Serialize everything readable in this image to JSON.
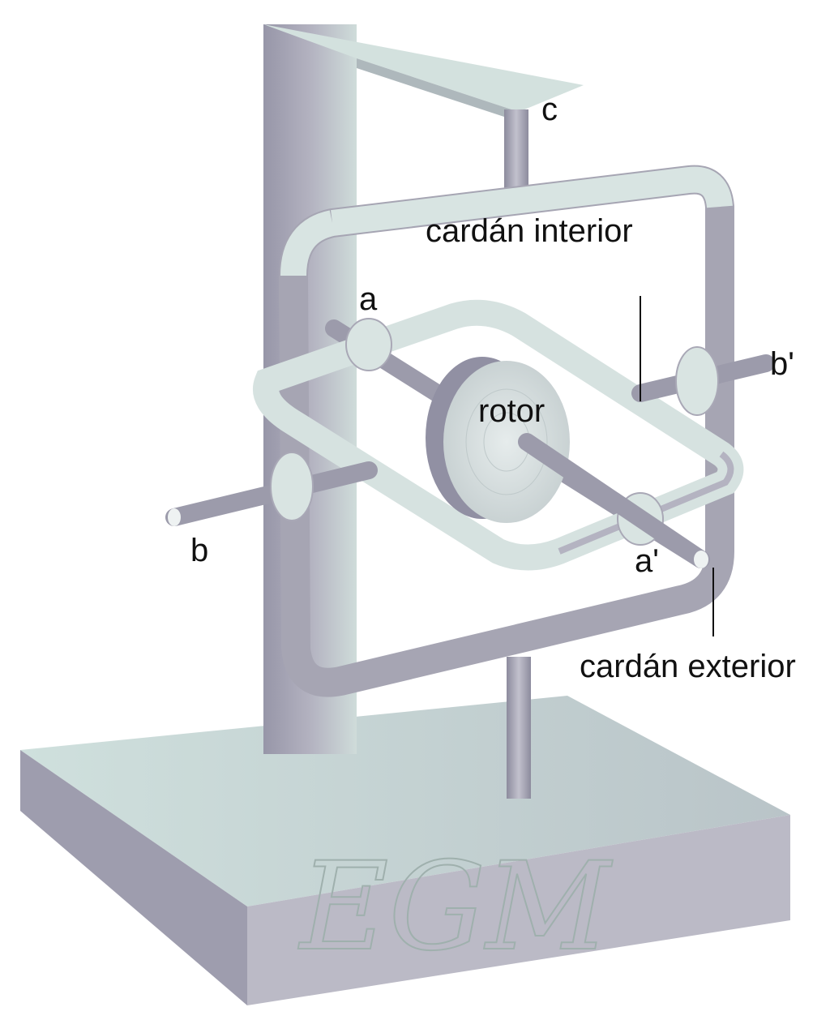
{
  "labels": {
    "c": "c",
    "inner_gimbal": "cardán interior",
    "a": "a",
    "b_prime": "b'",
    "rotor": "rotor",
    "b": "b",
    "a_prime": "a'",
    "outer_gimbal": "cardán exterior"
  },
  "watermark": "EGM",
  "colors": {
    "band_light": "#d8e4e2",
    "band_dark": "#a6a5b3",
    "base_top": "#cfe0dd",
    "post": "#a9a8b6",
    "rod": "#9c9bab"
  }
}
